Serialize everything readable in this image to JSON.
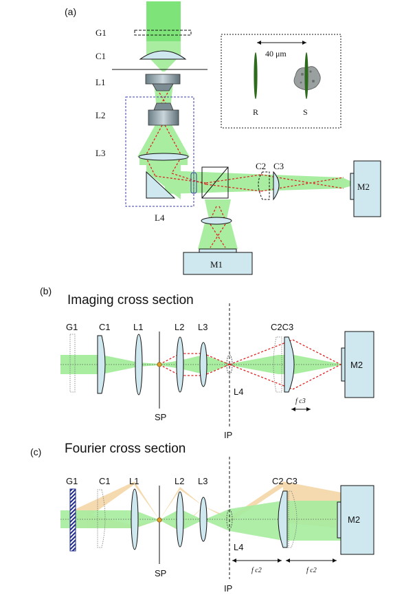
{
  "panel_a": {
    "panel_label": "(a)",
    "labels": {
      "g1": "G1",
      "c1": "C1",
      "l1": "L1",
      "l2": "L2",
      "l3": "L3",
      "l4": "L4",
      "c2": "C2",
      "c3": "C3",
      "m1": "M1",
      "m2": "M2"
    },
    "inset": {
      "scale": "40 μm",
      "r": "R",
      "s": "S"
    }
  },
  "panel_b": {
    "panel_label": "(b)",
    "title": "Imaging cross section",
    "labels": {
      "g1": "G1",
      "c1": "C1",
      "l1": "L1",
      "l2": "L2",
      "l3": "L3",
      "c2c3": "C2C3",
      "l4": "L4",
      "m2": "M2",
      "sp": "SP",
      "ip": "IP",
      "fc3": "f c3"
    }
  },
  "panel_c": {
    "panel_label": "(c)",
    "title": "Fourier cross section",
    "labels": {
      "g1": "G1",
      "c1": "C1",
      "l1": "L1",
      "l2": "L2",
      "l3": "L3",
      "c2c3": "C2 C3",
      "l4": "L4",
      "m2": "M2",
      "sp": "SP",
      "ip": "IP",
      "fc2_a": "f c2",
      "fc2_b": "f c2"
    }
  },
  "colors": {
    "beam_green": "#a8eda0",
    "beam_green_strong": "#5fe05a",
    "beam_orange": "#f4d7a8",
    "ray_red": "#e02020",
    "optic_fill": "#cfe7ee",
    "box_fill": "#cfe7ee",
    "dark_green": "#2f6b1e",
    "grating_blue": "#1e2a8a"
  }
}
